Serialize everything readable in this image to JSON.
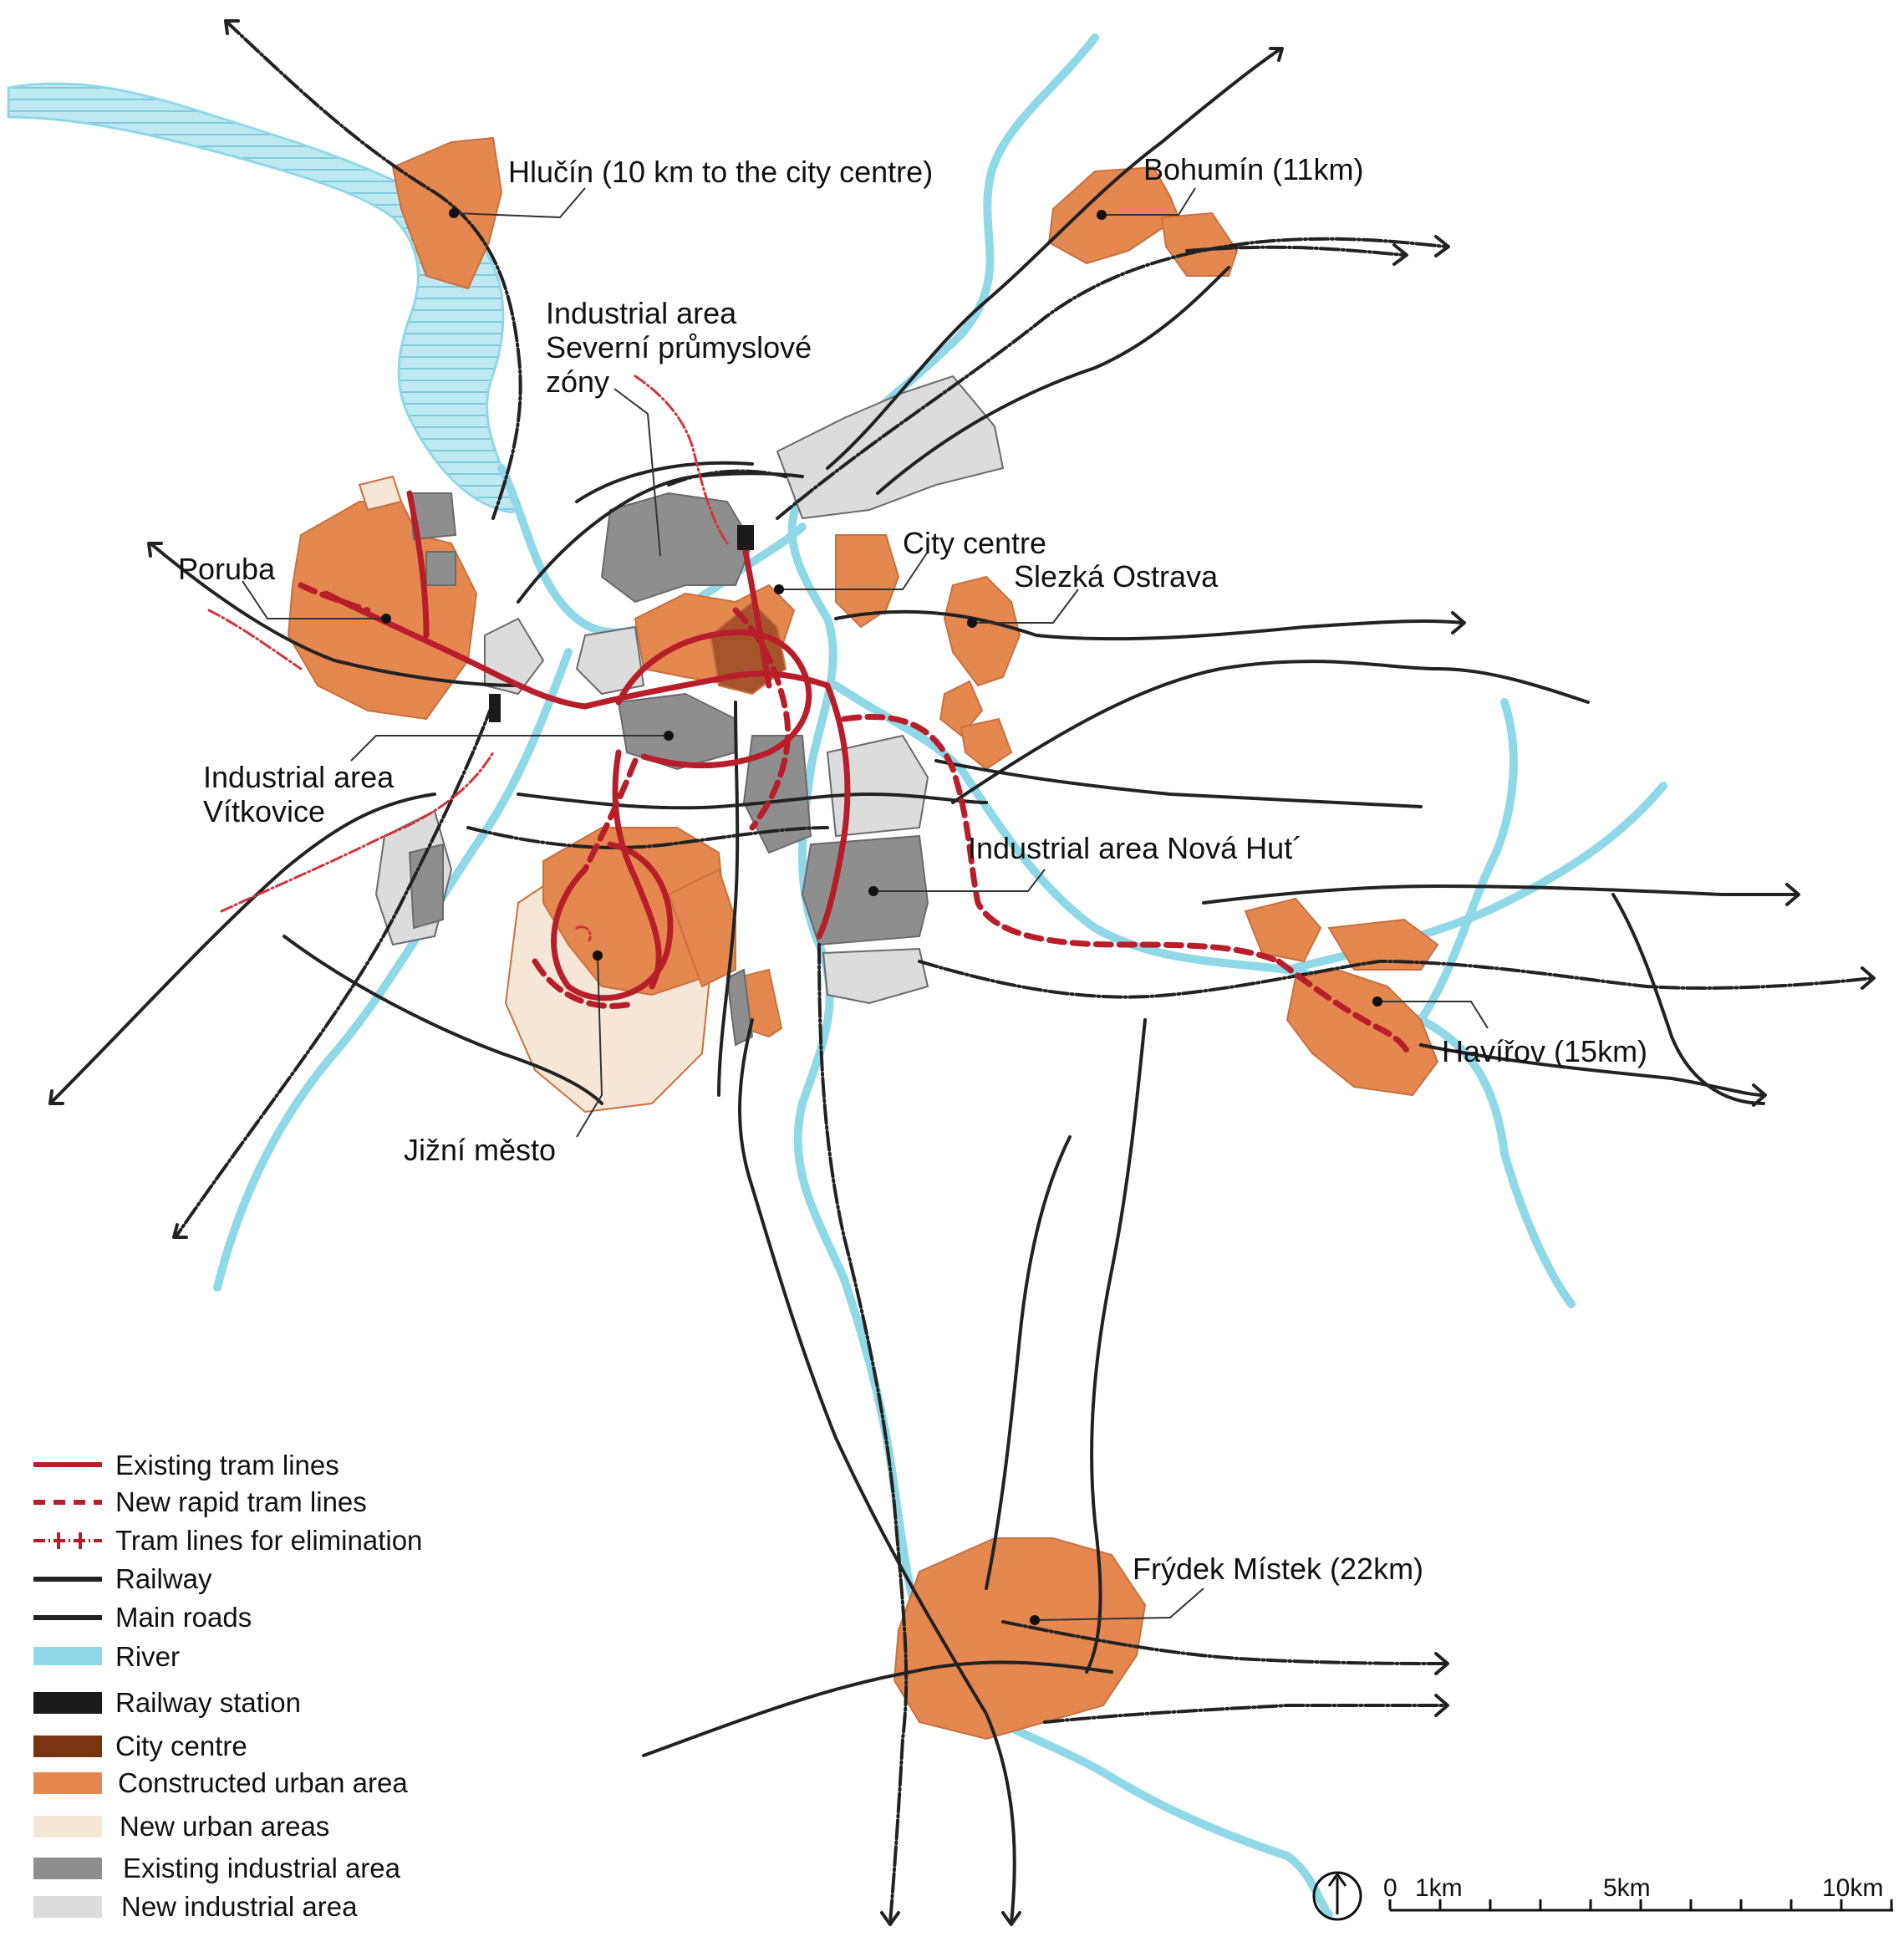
{
  "colors": {
    "river": "#8fd8e8",
    "river_hatch": "#7fc9dc",
    "existing_tram": "#b81e2a",
    "new_rapid_tram": "#b81e2a",
    "tram_elimination": "#d2343d",
    "railway": "#222222",
    "main_roads": "#222222",
    "railway_station": "#1a1a1a",
    "city_centre": "#7a3410",
    "constructed_urban": "#e48850",
    "new_urban": "#f5e6d6",
    "existing_industrial": "#8e8e8e",
    "new_industrial": "#dcdcdc"
  },
  "labels": {
    "hlucin": "Hlučín (10 km to the city centre)",
    "bohumin": "Bohumín (11km)",
    "industrial_severni_1": "Industrial area",
    "industrial_severni_2": "Severní průmyslové",
    "industrial_severni_3": "zóny",
    "poruba": "Poruba",
    "city_centre": "City centre",
    "slezka_ostrava": "Slezká Ostrava",
    "vitkovice_1": "Industrial area",
    "vitkovice_2": "Vítkovice",
    "nova_hut": "Industrial area Nová Hut´",
    "havirov": "Havířov (15km)",
    "jizni_mesto": "Jižní město",
    "frydek_mistek": "Frýdek Místek (22km)"
  },
  "legend": [
    {
      "label": "Existing tram lines",
      "symbol": "solid-red-line"
    },
    {
      "label": "New rapid tram lines",
      "symbol": "dashed-red-line"
    },
    {
      "label": "Tram lines for elimination",
      "symbol": "ticked-red-line"
    },
    {
      "label": "Railway",
      "symbol": "black-line"
    },
    {
      "label": "Main roads",
      "symbol": "black-line"
    },
    {
      "label": "River",
      "symbol": "cyan-band"
    },
    {
      "label": "Railway station",
      "symbol": "black-box"
    },
    {
      "label": "City centre",
      "symbol": "brown-box"
    },
    {
      "label": "Constructed urban area",
      "symbol": "orange-box"
    },
    {
      "label": "New urban areas",
      "symbol": "cream-box"
    },
    {
      "label": "Existing industrial area",
      "symbol": "dark-grey-box"
    },
    {
      "label": "New industrial area",
      "symbol": "light-grey-box"
    }
  ],
  "scale_bar": {
    "zero": "0",
    "one": "1km",
    "five": "5km",
    "ten": "10km",
    "north_icon": "north-arrow-icon"
  }
}
